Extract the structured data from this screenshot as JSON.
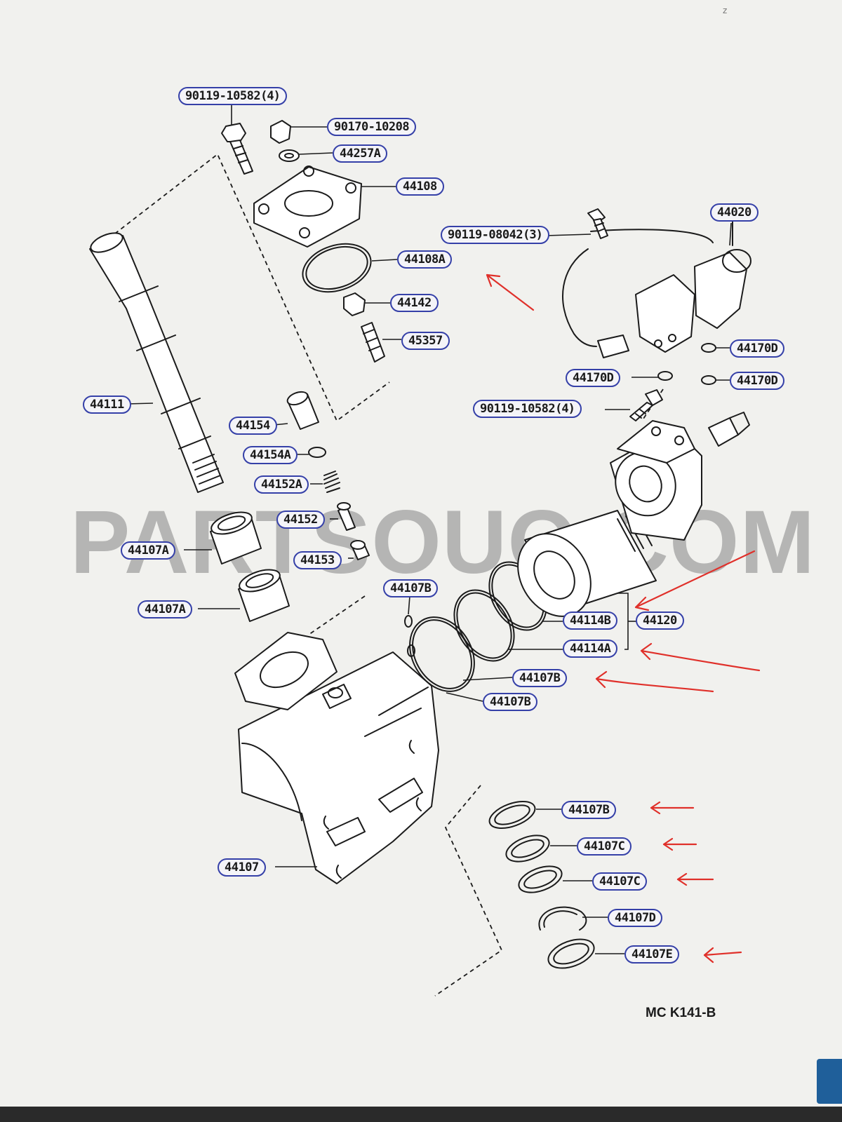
{
  "watermark": "PARTSOUQ.COM",
  "diagram_code": "MC K141-B",
  "top_mark": "z",
  "callouts": {
    "c_90119_10582_top": {
      "text": "90119-10582",
      "qty": "(4)"
    },
    "c_90170_10208": {
      "text": "90170-10208"
    },
    "c_44257A": {
      "text": "44257A"
    },
    "c_44108": {
      "text": "44108"
    },
    "c_44020": {
      "text": "44020"
    },
    "c_90119_08042": {
      "text": "90119-08042",
      "qty": "(3)"
    },
    "c_44108A": {
      "text": "44108A"
    },
    "c_44142": {
      "text": "44142"
    },
    "c_45357": {
      "text": "45357"
    },
    "c_44170D_a": {
      "text": "44170D"
    },
    "c_44170D_b": {
      "text": "44170D"
    },
    "c_44170D_c": {
      "text": "44170D"
    },
    "c_90119_10582_mid": {
      "text": "90119-10582",
      "qty": "(4)"
    },
    "c_44111": {
      "text": "44111"
    },
    "c_44154": {
      "text": "44154"
    },
    "c_44154A": {
      "text": "44154A"
    },
    "c_44152A": {
      "text": "44152A"
    },
    "c_44152": {
      "text": "44152"
    },
    "c_44107A_a": {
      "text": "44107A"
    },
    "c_44153": {
      "text": "44153"
    },
    "c_44107B_a": {
      "text": "44107B"
    },
    "c_44107A_b": {
      "text": "44107A"
    },
    "c_44114B": {
      "text": "44114B"
    },
    "c_44120": {
      "text": "44120"
    },
    "c_44114A": {
      "text": "44114A"
    },
    "c_44107B_b": {
      "text": "44107B"
    },
    "c_44107B_c": {
      "text": "44107B"
    },
    "c_44107B_d": {
      "text": "44107B"
    },
    "c_44107C_a": {
      "text": "44107C"
    },
    "c_44107C_b": {
      "text": "44107C"
    },
    "c_44107D": {
      "text": "44107D"
    },
    "c_44107": {
      "text": "44107"
    },
    "c_44107E": {
      "text": "44107E"
    }
  },
  "colors": {
    "callout_border": "#3540a8",
    "annotation_red": "#e0302a",
    "ink": "#1b1b1b",
    "paper": "#f1f1ee"
  }
}
